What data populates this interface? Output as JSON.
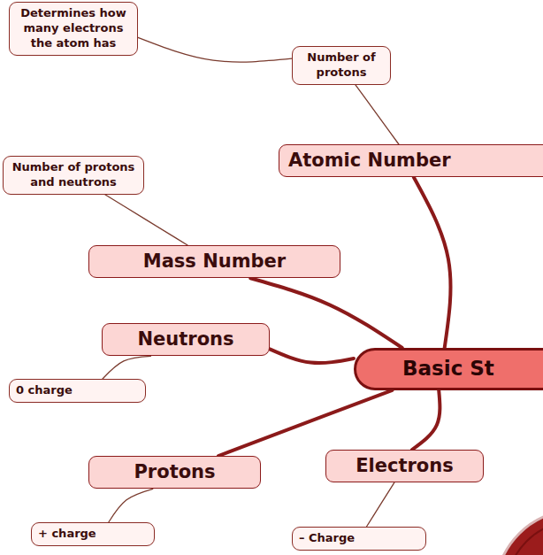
{
  "diagram": {
    "nodes": [
      {
        "text": [
          "Determines how many electrons the atom has"
        ]
      },
      {
        "text": [
          "Number of protons"
        ]
      },
      {
        "text": [
          "Atomic Number"
        ]
      },
      {
        "text": [
          "Number of protons and neutrons"
        ]
      },
      {
        "text": [
          "Mass Number"
        ]
      },
      {
        "text": [
          "Neutrons"
        ]
      },
      {
        "text": [
          "0 charge"
        ]
      },
      {
        "text": [
          "Basic St"
        ]
      },
      {
        "text": [
          "Protons"
        ]
      },
      {
        "text": [
          "Electrons"
        ]
      },
      {
        "text": [
          "+ charge"
        ]
      },
      {
        "text": [
          "– Charge"
        ]
      }
    ],
    "edges": [
      {
        "from": 7,
        "to": 2,
        "arrow": "none"
      },
      {
        "from": 2,
        "to": 1,
        "arrow": "none"
      },
      {
        "from": 1,
        "to": 0,
        "arrow": "none"
      },
      {
        "from": 7,
        "to": 4,
        "arrow": "none"
      },
      {
        "from": 4,
        "to": 3,
        "arrow": "none"
      },
      {
        "from": 7,
        "to": 5,
        "arrow": "none"
      },
      {
        "from": 5,
        "to": 6,
        "arrow": "none"
      },
      {
        "from": 7,
        "to": 8,
        "arrow": "none"
      },
      {
        "from": 7,
        "to": 9,
        "arrow": "none"
      },
      {
        "from": 8,
        "to": 10,
        "arrow": "none"
      },
      {
        "from": 9,
        "to": 11,
        "arrow": "none"
      }
    ]
  }
}
